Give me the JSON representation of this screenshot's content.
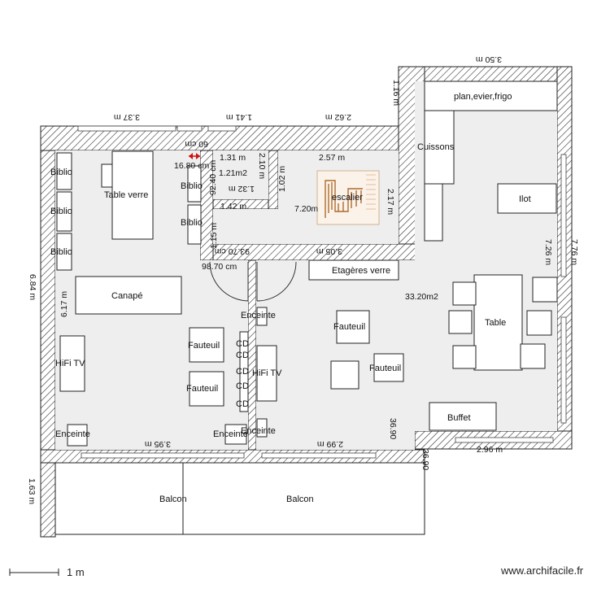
{
  "dimensions": {
    "top_left": "3.37 m",
    "top_mid": "1.41 m",
    "top_stair": "2.62 m",
    "top_right": "3.50 m",
    "right_gap": "1.16 m",
    "cm1": "60 cm",
    "cm2": "16.80 cm",
    "d131": "1.31 m",
    "d257": "2.57 m",
    "d121m2": "1.21m2",
    "d210": "2.10 m",
    "d240": "92.40 cm",
    "d102": "1.02 m",
    "d132": "1.32 m",
    "d142": "1.42 m",
    "d720": "7.20m",
    "d217": "2.17 m",
    "d115": "1.15 m",
    "d9370": "93.70 cm",
    "d9870": "98.70 cm",
    "d305": "3.05 m",
    "d684": "6.84 m",
    "d617": "6.17 m",
    "d726": "7.26 m",
    "d776": "7.76 m",
    "d3320": "33.20m2",
    "d395": "3.95 m",
    "d299": "2.99 m",
    "d3690a": "36.90",
    "d3690b": "36.90",
    "d296": "2.96 m",
    "d163": "1.63 m"
  },
  "labels": {
    "biblio1": "Biblio",
    "biblio2": "Biblio",
    "biblio3": "Biblio",
    "biblio4": "Biblio",
    "biblio5": "Biblio",
    "table_verre": "Table verre",
    "canape": "Canapé",
    "hifi_left": "HiFi TV",
    "enceinte_bl": "Enceinte",
    "enceinte_bm": "Enceinte",
    "enceinte_mid": "Enceinte",
    "enceinte_mid2": "Enceinte",
    "fauteuil1": "Fauteuil",
    "fauteuil2": "Fauteuil",
    "fauteuil3": "Fauteuil",
    "fauteuil4": "Fauteuil",
    "cd": "CD",
    "hifi_right": "HiFi TV",
    "escalier": "escalier",
    "etageres": "Etagères verre",
    "cuissons": "Cuissons",
    "plan_evier": "plan,evier,frigo",
    "ilot": "Ilot",
    "table": "Table",
    "buffet": "Buffet",
    "balcon1": "Balcon",
    "balcon2": "Balcon"
  },
  "footer": {
    "scale": "1 m",
    "site": "www.archifacile.fr"
  }
}
